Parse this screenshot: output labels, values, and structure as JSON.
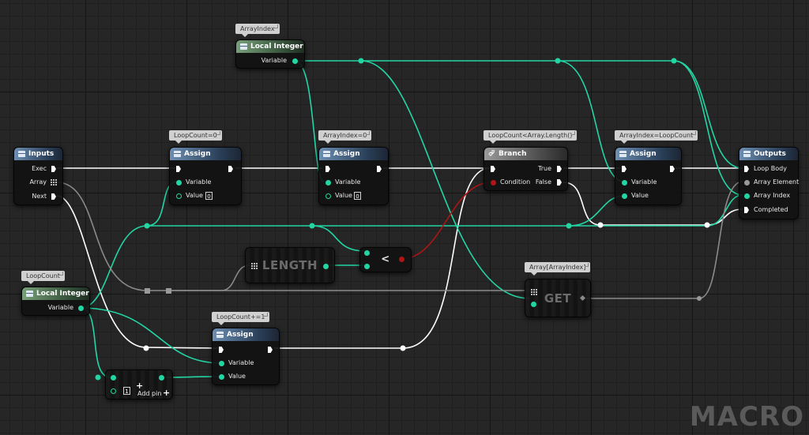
{
  "comments": {
    "array_index": "ArrayIndex",
    "loopcount_0": "LoopCount=0",
    "arrayindex_0": "ArrayIndex=0",
    "branch": "LoopCount<Array.Length()",
    "arrayindex_loopcount": "ArrayIndex=LoopCount",
    "loopcount": "LoopCount",
    "loopcount_inc": "LoopCount+=1",
    "array_get": "Array[ArrayIndex]"
  },
  "nodes": {
    "local_int_top": {
      "title": "Local Integer",
      "variable": "Variable"
    },
    "local_int_bottom": {
      "title": "Local Integer",
      "variable": "Variable"
    },
    "inputs": {
      "title": "Inputs",
      "exec": "Exec",
      "array": "Array",
      "next": "Next"
    },
    "assign1": {
      "title": "Assign",
      "variable": "Variable",
      "value": "Value",
      "value_default": "0"
    },
    "assign2": {
      "title": "Assign",
      "variable": "Variable",
      "value": "Value",
      "value_default": "0"
    },
    "branch": {
      "title": "Branch",
      "condition": "Condition",
      "true": "True",
      "false": "False"
    },
    "assign3": {
      "title": "Assign",
      "variable": "Variable",
      "value": "Value"
    },
    "outputs": {
      "title": "Outputs",
      "loop_body": "Loop Body",
      "array_element": "Array Element",
      "array_index": "Array Index",
      "completed": "Completed"
    },
    "length": {
      "label": "LENGTH"
    },
    "less": {
      "label": "<"
    },
    "get": {
      "label": "GET"
    },
    "assign4": {
      "title": "Assign",
      "variable": "Variable",
      "value": "Value"
    },
    "add": {
      "default": "1",
      "add_pin": "Add pin"
    }
  },
  "watermark": "MACRO",
  "colors": {
    "integer_wire": "#22d6a4",
    "exec_wire": "#ffffff",
    "bool_wire": "#b01515",
    "array_wire": "#8a8a8a",
    "background": "#262626"
  }
}
